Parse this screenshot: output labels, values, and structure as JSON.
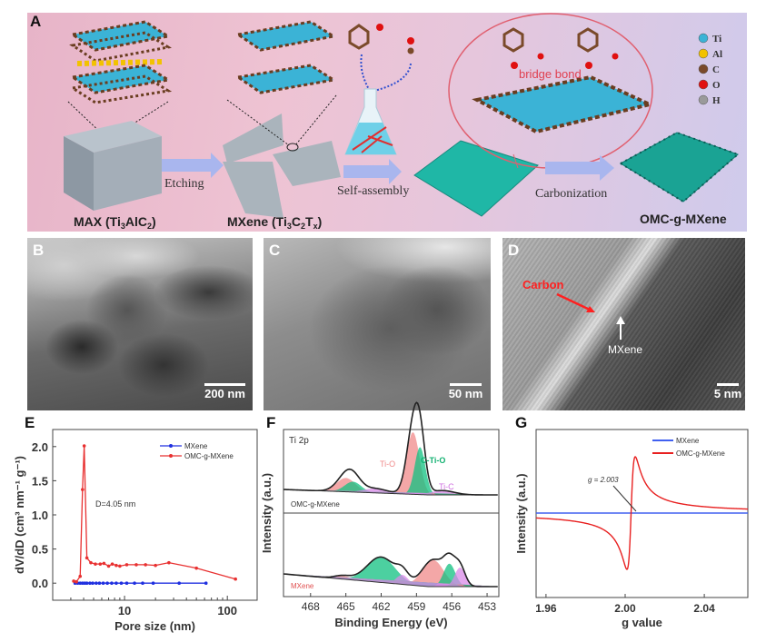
{
  "panel_labels": {
    "A": "A",
    "B": "B",
    "C": "C",
    "D": "D",
    "E": "E",
    "F": "F",
    "G": "G"
  },
  "scheme": {
    "max_label": {
      "pre": "MAX (Ti",
      "s1": "3",
      "mid": "AlC",
      "s2": "2",
      "post": ")"
    },
    "mxene_label": {
      "pre": "MXene (Ti",
      "s1": "3",
      "mid": "C",
      "s2": "2",
      "mid2": "T",
      "s3": "x",
      "post": ")"
    },
    "final_label": "OMC-g-MXene",
    "steps": [
      "Etching",
      "Self-assembly",
      "Carbonization"
    ],
    "bridge_bond": "bridge bond",
    "legend": [
      {
        "symbol": "Ti",
        "color": "#3bb3d6"
      },
      {
        "symbol": "Al",
        "color": "#f2c200"
      },
      {
        "symbol": "C",
        "color": "#7a4a2a"
      },
      {
        "symbol": "O",
        "color": "#e01010"
      },
      {
        "symbol": "H",
        "color": "#9a9a9a"
      }
    ]
  },
  "tem": {
    "B": {
      "scale": "200 nm"
    },
    "C": {
      "scale": "50 nm"
    },
    "D": {
      "scale": "5 nm",
      "carbon": "Carbon",
      "mxene": "MXene"
    }
  },
  "chart_data": [
    {
      "id": "E",
      "type": "line",
      "xlabel": "Pore size (nm)",
      "ylabel": "dV/dD (cm³ nm⁻¹ g⁻¹)",
      "xscale": "log",
      "xlim": [
        2,
        195
      ],
      "ylim": [
        -0.25,
        2.25
      ],
      "xticks": [
        {
          "v": 10,
          "label": "10"
        },
        {
          "v": 100,
          "label": "100"
        }
      ],
      "yticks": [
        {
          "v": 0,
          "label": "0.0"
        },
        {
          "v": 0.5,
          "label": "0.5"
        },
        {
          "v": 1,
          "label": "1.0"
        },
        {
          "v": 1.5,
          "label": "1.5"
        },
        {
          "v": 2,
          "label": "2.0"
        }
      ],
      "annotation": "D=4.05 nm",
      "legend_position": "top-right",
      "series": [
        {
          "name": "MXene",
          "color": "#2030e0",
          "x": [
            3.3,
            3.5,
            3.7,
            3.9,
            4.1,
            4.3,
            4.6,
            4.9,
            5.3,
            5.7,
            6.2,
            6.8,
            7.5,
            8.3,
            9.3,
            10.5,
            12.5,
            15,
            19,
            34,
            62
          ],
          "y": [
            0,
            0,
            0,
            0,
            0,
            0,
            0,
            0,
            0,
            0,
            0,
            0,
            0,
            0,
            0,
            0,
            0,
            0,
            0,
            0,
            0
          ]
        },
        {
          "name": "OMC-g-MXene",
          "color": "#e83030",
          "x": [
            3.2,
            3.4,
            3.7,
            3.9,
            4.05,
            4.3,
            4.7,
            5.2,
            5.8,
            6.3,
            7,
            7.6,
            8.3,
            9,
            10.5,
            13,
            16,
            20,
            27,
            50,
            120
          ],
          "y": [
            0.03,
            0.02,
            0.1,
            1.37,
            2.01,
            0.37,
            0.3,
            0.28,
            0.28,
            0.29,
            0.25,
            0.28,
            0.26,
            0.25,
            0.27,
            0.27,
            0.27,
            0.26,
            0.3,
            0.22,
            0.06
          ]
        }
      ]
    },
    {
      "id": "F",
      "type": "line",
      "title": "Ti 2p",
      "xlabel": "Binding Energy (eV)",
      "ylabel": "Intensity (a.u.)",
      "xlim": [
        470.3,
        452
      ],
      "xreversed": true,
      "xticks": [
        {
          "v": 468,
          "label": "468"
        },
        {
          "v": 465,
          "label": "465"
        },
        {
          "v": 462,
          "label": "462"
        },
        {
          "v": 459,
          "label": "459"
        },
        {
          "v": 456,
          "label": "456"
        },
        {
          "v": 453,
          "label": "453"
        }
      ],
      "component_labels": [
        {
          "text": "Ti-O",
          "color": "#f08a8a"
        },
        {
          "text": "C-Ti-O",
          "color": "#10b070"
        },
        {
          "text": "Ti-C",
          "color": "#d070e0"
        }
      ],
      "panels": [
        {
          "name": "OMC-g-MXene",
          "label_color": "#333333",
          "components": [
            {
              "type": "Ti-O",
              "color": "#f08a8a",
              "center": 465.0,
              "height": 0.16,
              "width": 0.8
            },
            {
              "type": "C-Ti-O",
              "color": "#10c080",
              "center": 464.4,
              "height": 0.12,
              "width": 0.7
            },
            {
              "type": "Ti-C",
              "color": "#d98ae8",
              "center": 462.5,
              "height": 0.05,
              "width": 1.0
            },
            {
              "type": "Ti-O",
              "color": "#f08a8a",
              "center": 459.3,
              "height": 0.72,
              "width": 0.55
            },
            {
              "type": "C-Ti-O",
              "color": "#10c080",
              "center": 458.7,
              "height": 0.55,
              "width": 0.45
            },
            {
              "type": "Ti-C",
              "color": "#d98ae8",
              "center": 456.8,
              "height": 0.05,
              "width": 1.0
            }
          ]
        },
        {
          "name": "MXene",
          "label_color": "#e05050",
          "components": [
            {
              "type": "Ti-O",
              "color": "#f08a8a",
              "center": 465.3,
              "height": 0.05,
              "width": 0.7
            },
            {
              "type": "C-Ti-O",
              "color": "#10c080",
              "center": 462.0,
              "height": 0.4,
              "width": 1.2
            },
            {
              "type": "Ti-C",
              "color": "#d98ae8",
              "center": 460.2,
              "height": 0.15,
              "width": 0.5
            },
            {
              "type": "Ti-O",
              "color": "#f08a8a",
              "center": 457.6,
              "height": 0.42,
              "width": 0.9
            },
            {
              "type": "C-Ti-O",
              "color": "#10c080",
              "center": 456.2,
              "height": 0.36,
              "width": 0.5
            },
            {
              "type": "Ti-C",
              "color": "#d98ae8",
              "center": 455.3,
              "height": 0.3,
              "width": 0.45
            }
          ]
        }
      ]
    },
    {
      "id": "G",
      "type": "line",
      "xlabel": "g value",
      "ylabel": "Intensity (a.u.)",
      "xlim": [
        1.955,
        2.062
      ],
      "xticks": [
        {
          "v": 1.96,
          "label": "1.96"
        },
        {
          "v": 2.0,
          "label": "2.00"
        },
        {
          "v": 2.04,
          "label": "2.04"
        }
      ],
      "annotation": "g = 2.003",
      "legend_position": "top-right",
      "series": [
        {
          "name": "MXene",
          "color": "#4060f0",
          "signal": "flat"
        },
        {
          "name": "OMC-g-MXene",
          "color": "#e82020",
          "signal": "dispersion",
          "center": 2.003,
          "linewidth": 0.0021
        }
      ]
    }
  ]
}
